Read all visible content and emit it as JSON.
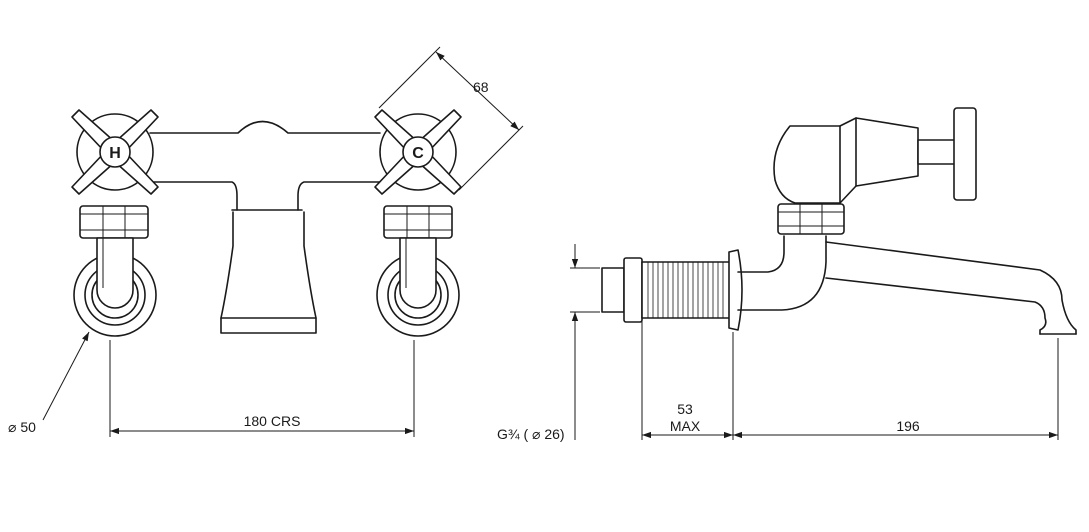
{
  "front_view": {
    "hot_tap_label": "H",
    "cold_tap_label": "C",
    "crank_diameter_label": "⌀ 50",
    "centres_label": "180 CRS",
    "handle_size_label": "68"
  },
  "side_view": {
    "thread_label": "G¾ ( ⌀ 26)",
    "max_length_value": "53",
    "max_length_unit": "MAX",
    "spout_reach_label": "196"
  }
}
